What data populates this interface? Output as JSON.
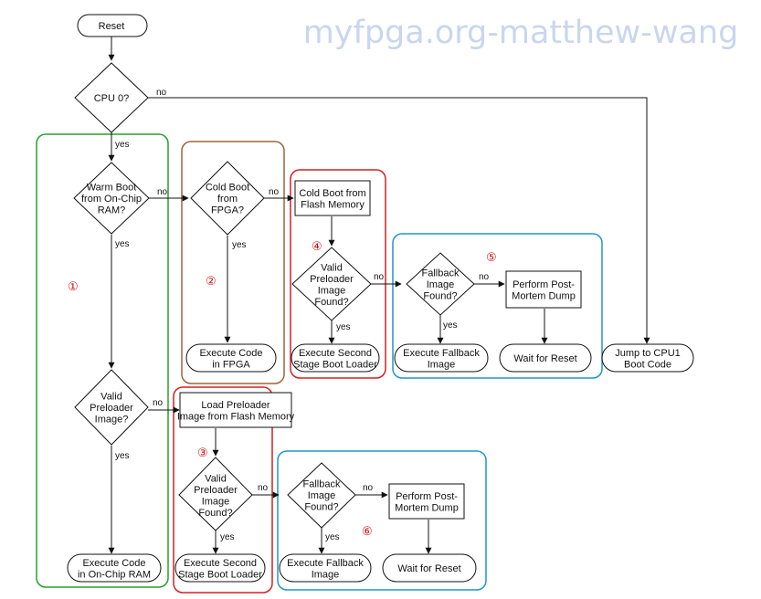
{
  "watermark": "myfpga.org-matthew-wang",
  "edge_labels": {
    "yes": "yes",
    "no": "no"
  },
  "nodes": {
    "reset": [
      "Reset"
    ],
    "cpu0": [
      "CPU 0?"
    ],
    "warm_boot": [
      "Warm Boot",
      "from On-Chip",
      "RAM?"
    ],
    "cold_boot_fpga": [
      "Cold Boot",
      "from",
      "FPGA?"
    ],
    "cold_boot_flash": [
      "Cold Boot from",
      "Flash Memory"
    ],
    "valid_preloader_4": [
      "Valid",
      "Preloader",
      "Image",
      "Found?"
    ],
    "fallback_5": [
      "Fallback",
      "Image",
      "Found?"
    ],
    "postmortem_5": [
      "Perform Post-",
      "Mortem Dump"
    ],
    "exec_fpga": [
      "Execute Code",
      "in FPGA"
    ],
    "exec_ssbl_4": [
      "Execute Second",
      "Stage Boot Loader"
    ],
    "exec_fallback_5": [
      "Execute Fallback",
      "Image"
    ],
    "wait_5": [
      "Wait for Reset"
    ],
    "jump_cpu1": [
      "Jump to CPU1",
      "Boot Code"
    ],
    "valid_preloader_1": [
      "Valid",
      "Preloader",
      "Image?"
    ],
    "load_preloader": [
      "Load Preloader",
      "Image from Flash Memory"
    ],
    "valid_preloader_3": [
      "Valid",
      "Preloader",
      "Image",
      "Found?"
    ],
    "fallback_6": [
      "Fallback",
      "Image",
      "Found?"
    ],
    "postmortem_6": [
      "Perform Post-",
      "Mortem Dump"
    ],
    "exec_onchip": [
      "Execute Code",
      "in On-Chip RAM"
    ],
    "exec_ssbl_3": [
      "Execute Second",
      "Stage Boot Loader"
    ],
    "exec_fallback_6": [
      "Execute Fallback",
      "Image"
    ],
    "wait_6": [
      "Wait for Reset"
    ]
  },
  "markers": {
    "m1": "①",
    "m2": "②",
    "m3": "③",
    "m4": "④",
    "m5": "⑤",
    "m6": "⑥"
  },
  "colors": {
    "group1": "#2aa02a",
    "group2": "#a0643a",
    "group3": "#d42020",
    "group4": "#d42020",
    "group5": "#2096cc",
    "group6": "#2096cc",
    "marker": "#d01010",
    "line": "#111111"
  }
}
